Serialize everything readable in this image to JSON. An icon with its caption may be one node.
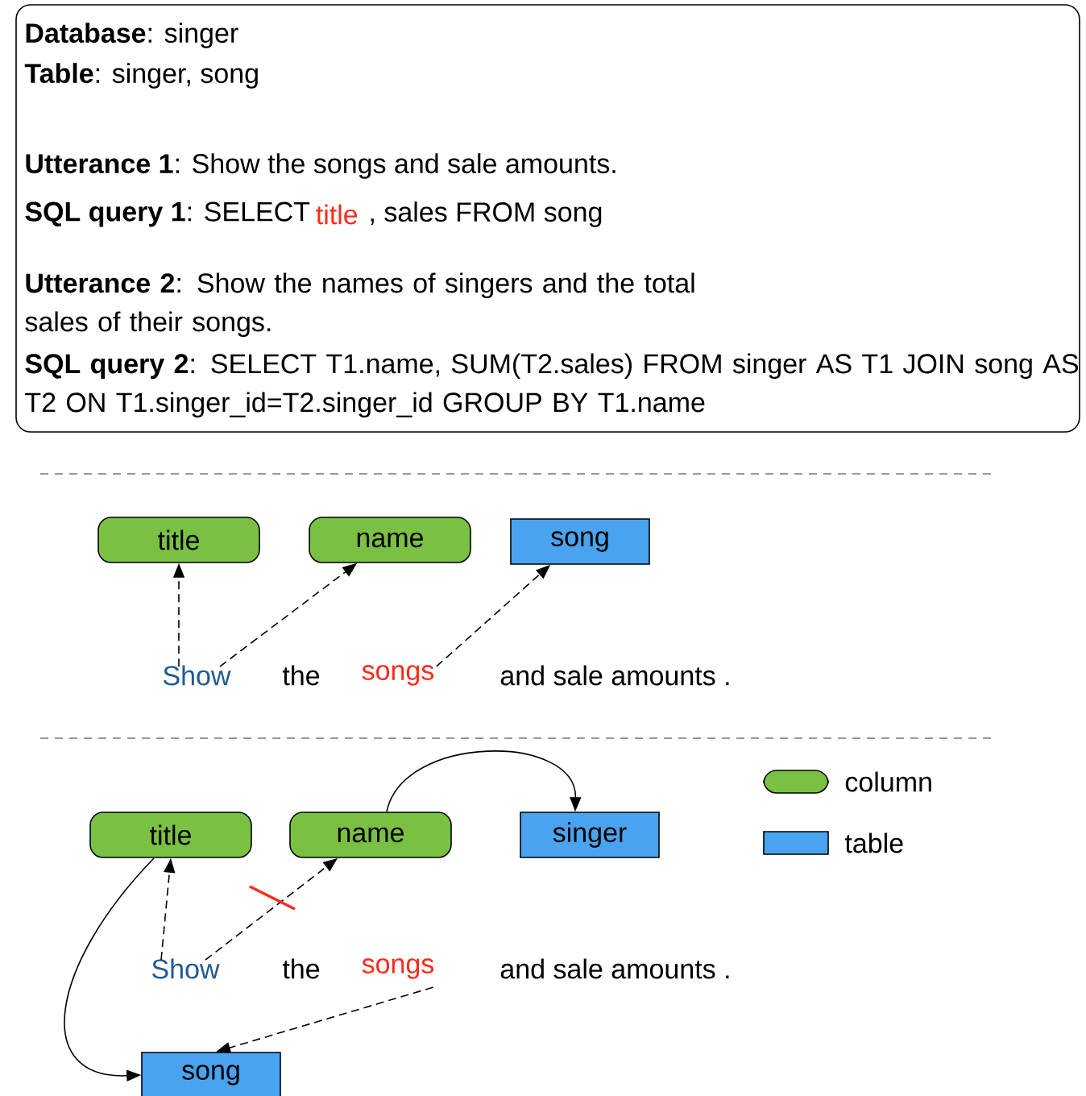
{
  "diagram": {
    "nodes": [
      {
        "text": [
          "**Database**: singer",
          "**Table**:  singer, song",
          "**Utterance 1**:  Show the songs and sale amounts.",
          "**SQL query 1**: SELECT",
          "title",
          ", sales FROM song",
          "**Utterance 2**:  Show the names of singers and the total sales of their songs.",
          "**SQL query 2**: SELECT T1.name, SUM(T2.sales) FROM singer AS T1 JOIN song AS T2 ON T1.singer_id=T2.singer_id GROUP BY T1.name"
        ]
      },
      {
        "text": [
          "title"
        ]
      },
      {
        "text": [
          "name"
        ]
      },
      {
        "text": [
          "song"
        ]
      },
      {
        "text": [
          "Show"
        ]
      },
      {
        "text": [
          "the"
        ]
      },
      {
        "text": [
          "songs"
        ]
      },
      {
        "text": [
          "and sale amounts ."
        ]
      },
      {
        "text": [
          "title"
        ]
      },
      {
        "text": [
          "name"
        ]
      },
      {
        "text": [
          "singer"
        ]
      },
      {
        "text": [
          "Show"
        ]
      },
      {
        "text": [
          "the"
        ]
      },
      {
        "text": [
          "songs"
        ]
      },
      {
        "text": [
          "and sale amounts ."
        ]
      },
      {
        "text": [
          "song"
        ]
      }
    ],
    "edges": [
      {
        "from": 4,
        "to": 1,
        "arrow": "to",
        "style": "dashed"
      },
      {
        "from": 4,
        "to": 2,
        "arrow": "to",
        "style": "dashed"
      },
      {
        "from": 6,
        "to": 3,
        "arrow": "to",
        "style": "dashed"
      },
      {
        "from": 11,
        "to": 8,
        "arrow": "to",
        "style": "dashed"
      },
      {
        "from": 11,
        "to": 9,
        "arrow": "to",
        "style": "dashed"
      },
      {
        "from": 9,
        "to": 10,
        "arrow": "to"
      },
      {
        "from": 8,
        "to": 15,
        "arrow": "to"
      },
      {
        "from": 13,
        "to": 15,
        "arrow": "to",
        "style": "dashed"
      }
    ],
    "legend": [
      {
        "text": "column",
        "color": "#7ac143"
      },
      {
        "text": "table",
        "color": "#4aa3f0"
      }
    ]
  }
}
